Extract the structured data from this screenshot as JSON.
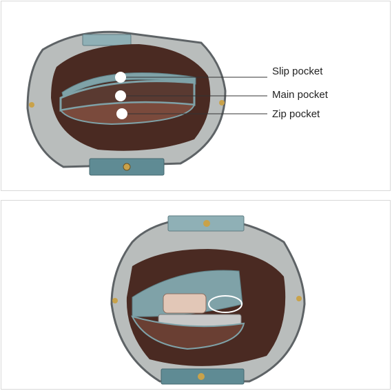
{
  "callouts": {
    "slip_pocket": "Slip pocket",
    "main_pocket": "Main pocket",
    "zip_pocket": "Zip pocket"
  },
  "colors": {
    "shell_grey": "#b9bdbc",
    "lining_brown": "#4a2a22",
    "trim_blue": "#7fa2a8",
    "background": "#ffffff",
    "frame": "#d8d8d8"
  }
}
